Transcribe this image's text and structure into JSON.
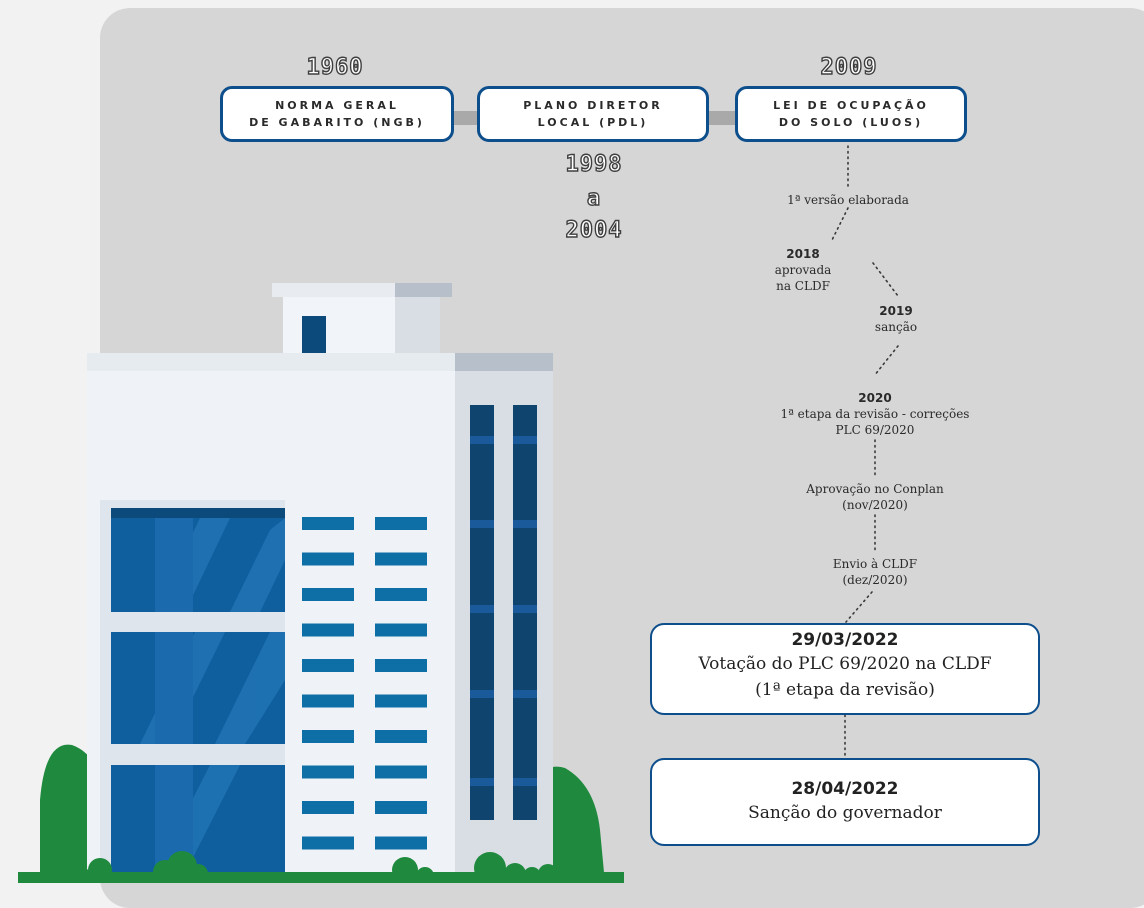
{
  "top_timeline": {
    "years": {
      "y1960": "1960",
      "y2009": "2009",
      "range_from": "1998",
      "range_sep": "a",
      "range_to": "2004"
    },
    "boxes": [
      {
        "line1": "NORMA GERAL",
        "line2": "DE GABARITO (NGB)"
      },
      {
        "line1": "PLANO DIRETOR",
        "line2": "LOCAL (PDL)"
      },
      {
        "line1": "LEI DE OCUPAÇÃO",
        "line2": "DO SOLO (LUOS)"
      }
    ]
  },
  "events": {
    "e1": {
      "text": "1ª versão elaborada"
    },
    "e2": {
      "year": "2018",
      "line1": "aprovada",
      "line2": "na CLDF"
    },
    "e3": {
      "year": "2019",
      "line1": "sanção"
    },
    "e4": {
      "year": "2020",
      "line1": "1ª etapa da revisão - correções",
      "line2": "PLC 69/2020"
    },
    "e5": {
      "line1": "Aprovação no Conplan",
      "line2": "(nov/2020)"
    },
    "e6": {
      "line1": "Envio à CLDF",
      "line2": "(dez/2020)"
    }
  },
  "milestones": [
    {
      "date": "29/03/2022",
      "line1": "Votação do PLC 69/2020 na CLDF",
      "line2": "(1ª etapa da revisão)"
    },
    {
      "date": "28/04/2022",
      "line1": "Sanção do governador"
    }
  ],
  "colors": {
    "accent": "#0d4e8c",
    "panel": "#d6d6d6",
    "tree": "#1f8a3e"
  }
}
